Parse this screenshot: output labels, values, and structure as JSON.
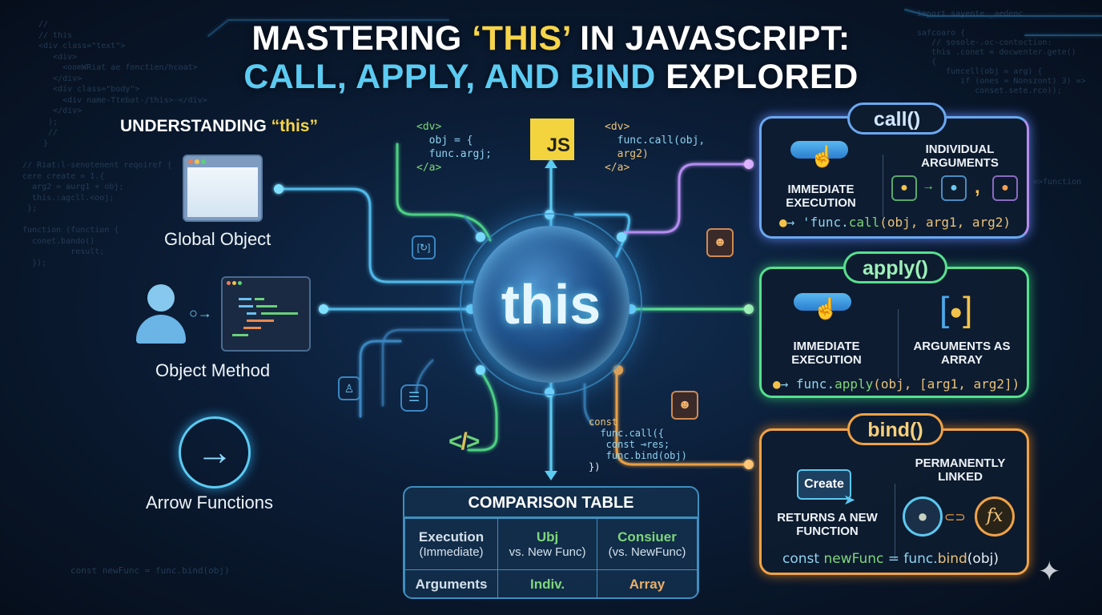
{
  "title": {
    "line1_a": "MASTERING ",
    "line1_b": "‘THIS’",
    "line1_c": " IN JAVASCRIPT:",
    "line2_a": "CALL, APPLY, AND BIND",
    "line2_b": " EXPLORED"
  },
  "understanding": {
    "a": "UNDERSTANDING ",
    "b": "“this”"
  },
  "left_items": [
    {
      "label": "Global Object"
    },
    {
      "label": "Object Method"
    },
    {
      "label": "Arrow Functions"
    }
  ],
  "center": {
    "label": "this",
    "js_badge": "JS"
  },
  "snippets": {
    "left": [
      "<dv>",
      "  obj = {",
      "  func.argj;",
      "</a>"
    ],
    "right": [
      "<dv>",
      "  func.call(obj,",
      "  arg2)",
      "</a>"
    ],
    "bottom": [
      "const",
      "  func.call({",
      "   const ⊸res;",
      "   func.bind(obj)",
      "})"
    ]
  },
  "bg_code": {
    "top_left": "//\n// this\n<div class=\"text\">\n   <div>\n     <oomWRiat ae fonctien/hcoat>\n   </div>\n   <div class=\"body\">\n     <div name-Ttebat-/this>-</div>\n   </div>\n  );\n  //\n }",
    "mid_left": "// Riat:l-senotenent reqoiref {\ncere create = 1.{\n  arg2 = aurg1 + obj;\n  this.:agcll.<ooj;\n };\n\nfunction (function {\n  conet.bando()\n          result;\n  });",
    "bottom_left": "const newFunc = func.bind(obj)",
    "top_right": "import sayente _aedenc\n\nsafcoaro {\n   // sosole-.oc-contoction:\n   this .conet = docwenter.gete()\n   {\n      funcell(obj = arg) {\n         if (ones = Nonszont) 3) =>\n            conset.sete.rco));",
    "right_fn": "=>function"
  },
  "call_card": {
    "title": "call()",
    "left_text": "IMMEDIATE EXECUTION",
    "right_text": "INDIVIDUAL ARGUMENTS",
    "separator": ",",
    "code_prefix": "→ '",
    "code_fn": "func.",
    "code_method": "call",
    "code_args": "(obj, arg1, arg2)"
  },
  "apply_card": {
    "title": "apply()",
    "left_text": "IMMEDIATE EXECUTION",
    "right_text": "ARGUMENTS AS ARRAY",
    "code_prefix": "→ ",
    "code_fn": "func.",
    "code_method": "apply",
    "code_args": "(obj, [arg1, arg2])"
  },
  "bind_card": {
    "title": "bind()",
    "button": "Create",
    "left_text": "RETURNS A NEW FUNCTION",
    "right_text": "PERMANENTLY LINKED",
    "fx": "fx",
    "code_const": "const ",
    "code_name": "newFunc",
    "code_eq": " = func.",
    "code_method": "bind",
    "code_args": "(obj)"
  },
  "table": {
    "title": "COMPARISON TABLE",
    "rows": [
      [
        {
          "main": "Execution",
          "sub": "(Immediate)"
        },
        {
          "main": "Ubj",
          "sub": "vs. New Func)"
        },
        {
          "main": "Consiuer",
          "sub": "(vs. NewFunc)"
        }
      ],
      [
        {
          "main": "Arguments",
          "sub": ""
        },
        {
          "main": "Indiv.",
          "sub": ""
        },
        {
          "main": "Array",
          "sub": ""
        }
      ]
    ]
  },
  "colors": {
    "cyan": "#5ccbf2",
    "yellow": "#f6d54a",
    "green": "#57e08e",
    "orange": "#f0a245",
    "purple": "#b48cf0"
  }
}
